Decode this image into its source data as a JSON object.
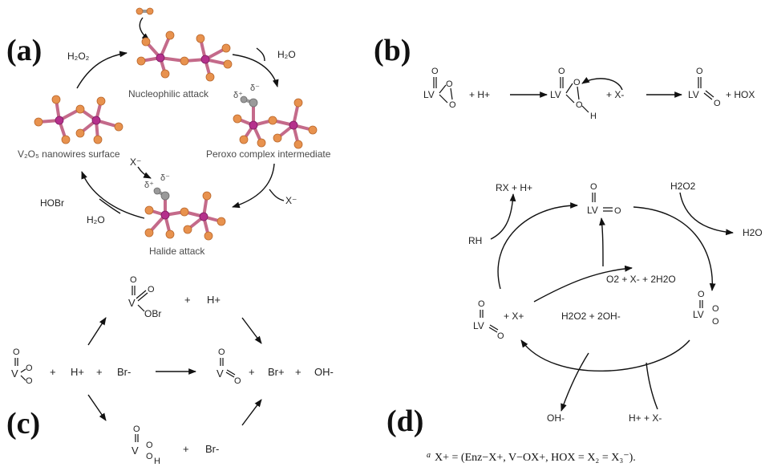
{
  "panel_labels": {
    "a": "(a)",
    "b": "(b)",
    "c": "(c)",
    "d": "(d)"
  },
  "panel_a": {
    "nucleophilic_attack": "Nucleophilic attack",
    "peroxo_complex": "Peroxo complex intermediate",
    "halide_attack": "Halide attack",
    "surface_label": "V₂O₅ nanowires surface",
    "h2o2": "H₂O₂",
    "h2o_top": "H₂O",
    "x_minus_right": "X⁻",
    "x_minus_left": "X⁻",
    "hobr": "HOBr",
    "h2o_bottom": "H₂O",
    "delta_plus": "δ⁺",
    "delta_minus": "δ⁻"
  },
  "panel_b": {
    "plus_h": "+ H+",
    "plus_x": "+  X-",
    "plus_hox": "+ HOX",
    "lv": "LV",
    "o": "O",
    "h": "H"
  },
  "panel_c": {
    "plus": "+",
    "h_plus": "H+",
    "br_minus": "Br-",
    "br_plus": "Br+",
    "oh_minus": "OH-",
    "obr": "OBr",
    "v": "V",
    "o": "O",
    "h": "H"
  },
  "panel_d": {
    "rx_h": "RX + H+",
    "rh": "RH",
    "h2o2_top": "H2O2",
    "h2o_right": "H2O",
    "o2_line": "O2 + X- + 2H2O",
    "h2o2_oh": "H2O2 + 2OH-",
    "x_plus": "+ X+",
    "oh_minus": "OH-",
    "h_x": "H+ + X-",
    "lv": "LV",
    "o": "O",
    "footnote_mark": "a",
    "footnote": "X+ = (Enz−X+, V−OX+, HOX = X₂ = X₃⁻)."
  }
}
